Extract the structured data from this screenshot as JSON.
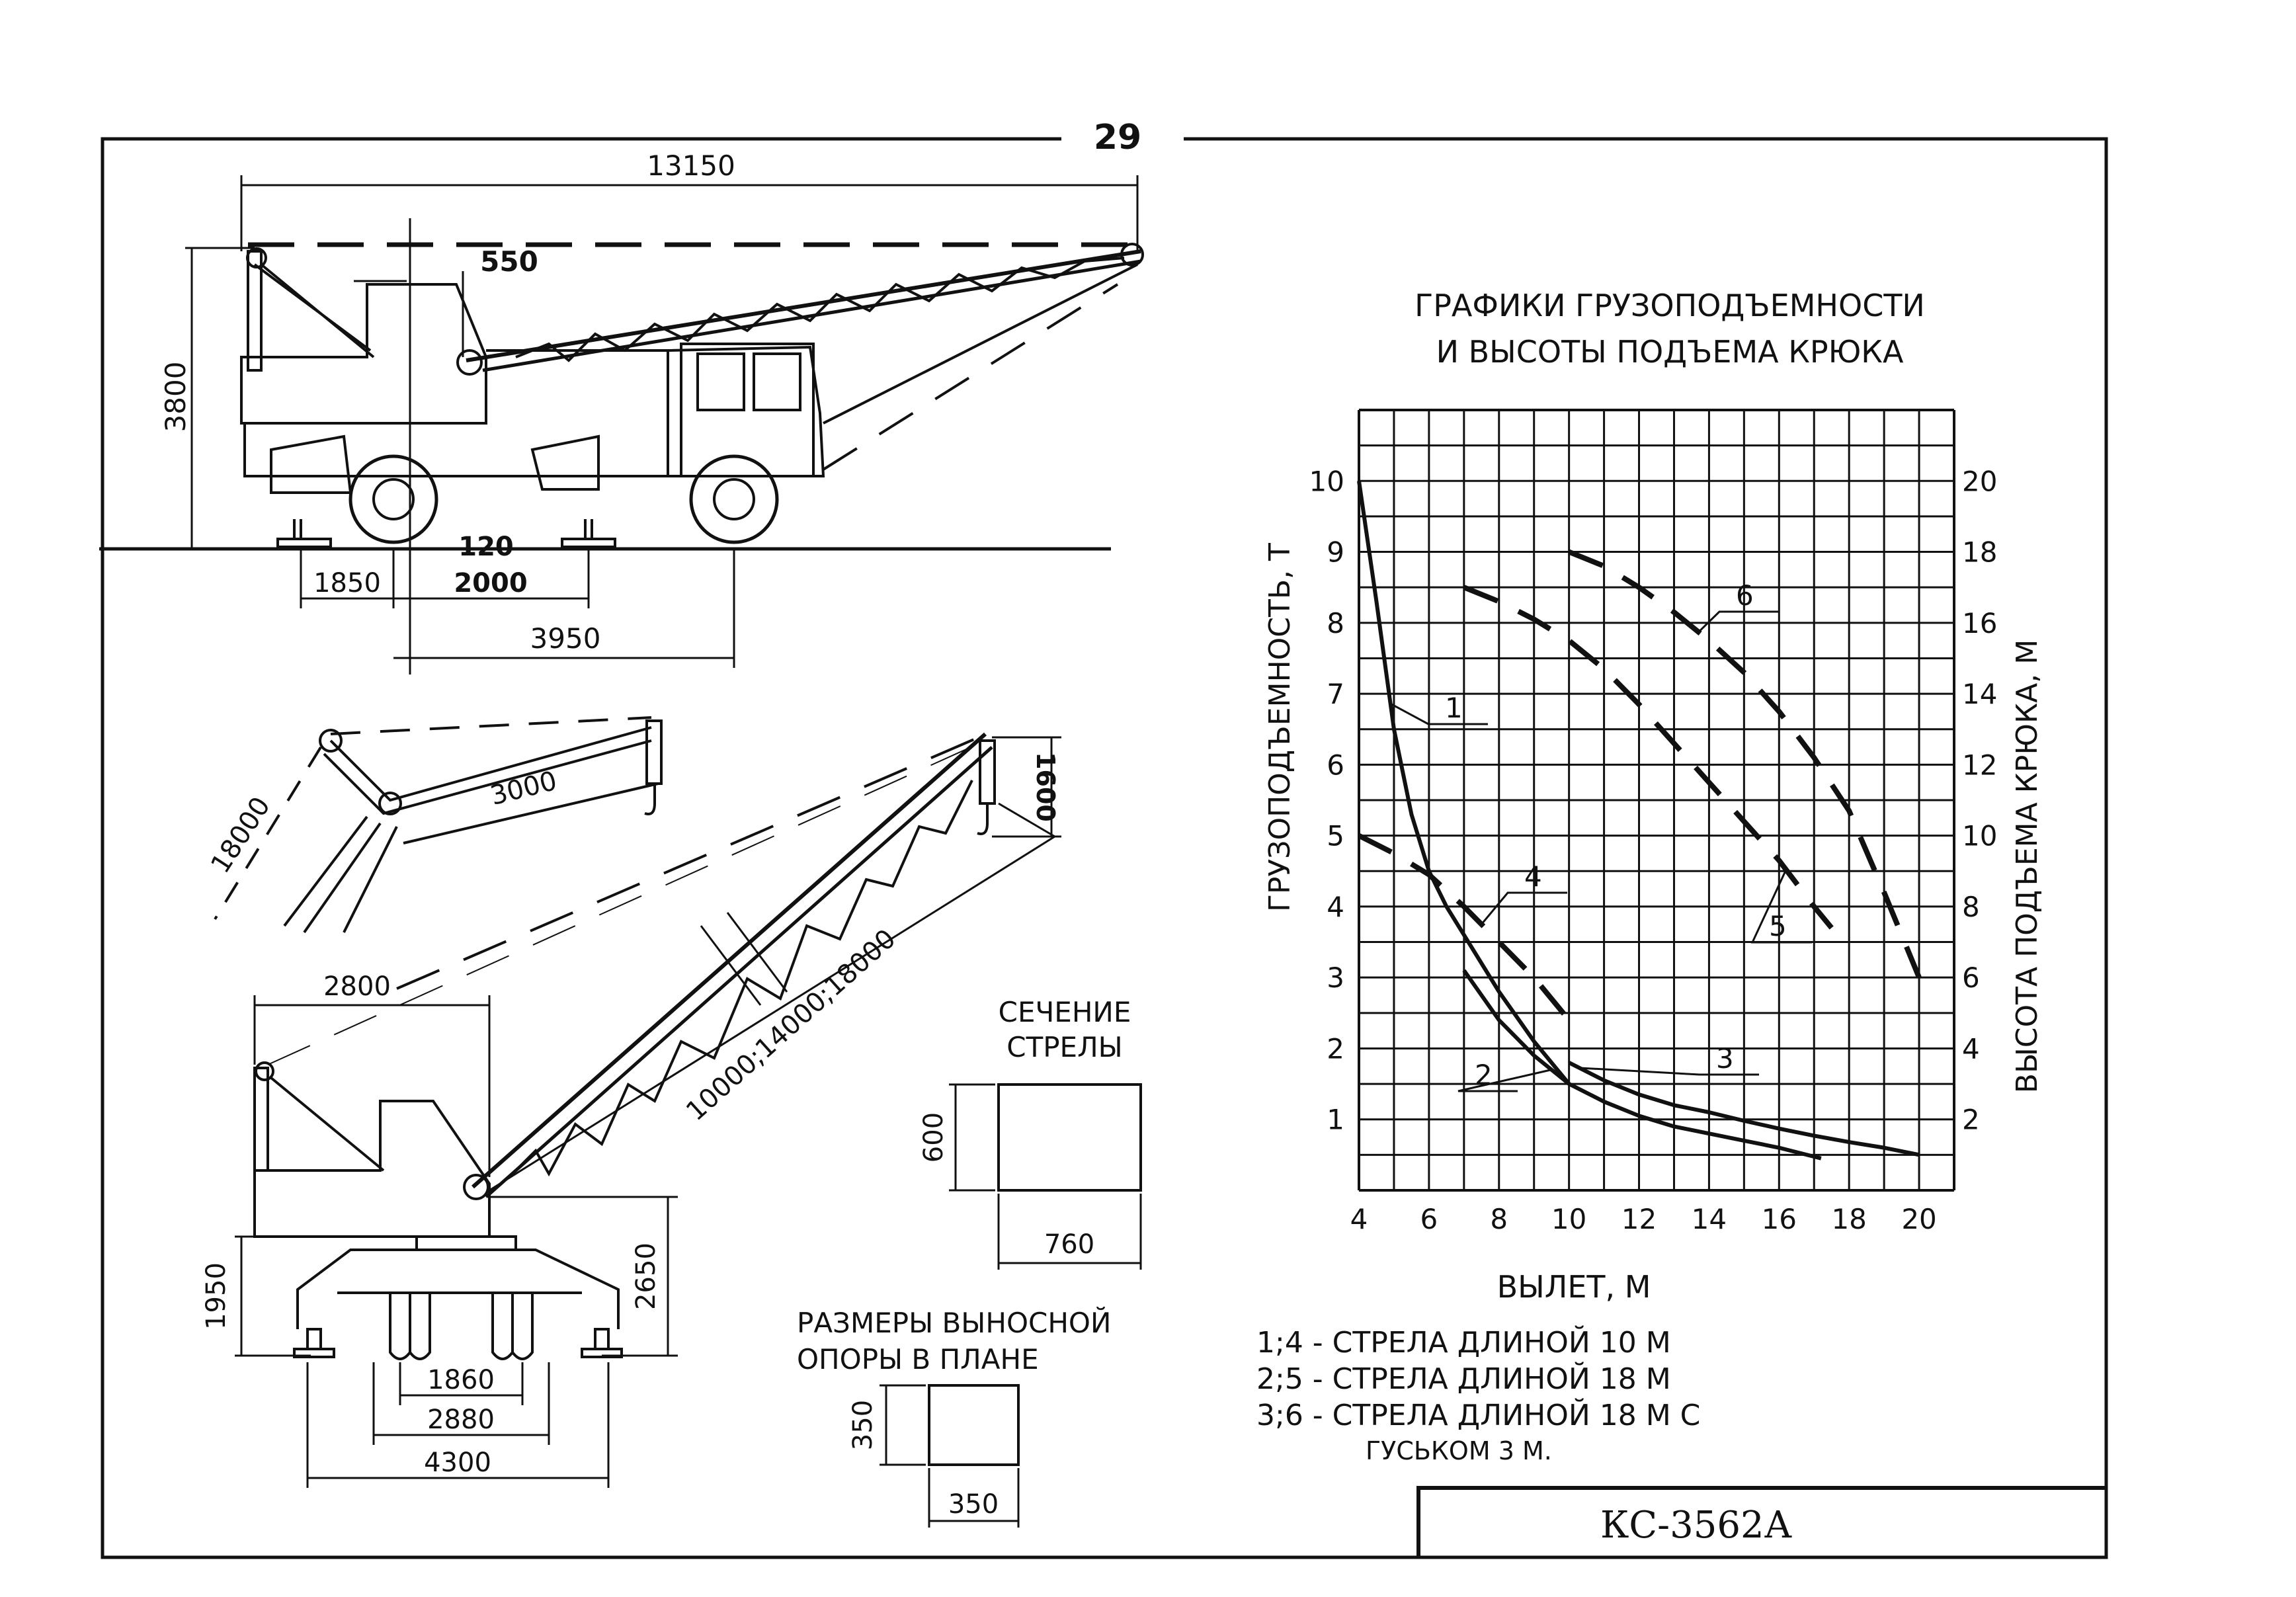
{
  "sheet": {
    "page_number": "29",
    "stamp_title": "КС-3562А"
  },
  "dimensions": {
    "truck": {
      "overall_length": "13150",
      "height": "3800",
      "offset": "550",
      "front_outrigger": "1850",
      "gap": "120",
      "outrigger_base": "2000",
      "wheelbase": "3950"
    },
    "boom": {
      "jib_reach": "18000",
      "jib_length": "3000",
      "hook_drop": "1600",
      "boom_lengths": "10000;14000;18000",
      "tail_radius": "2800",
      "pivot_height": "1950",
      "platform_height": "2650",
      "track_1": "1860",
      "track_2": "2880",
      "track_3": "4300"
    }
  },
  "boom_section": {
    "title_line1": "СЕЧЕНИЕ",
    "title_line2": "СТРЕЛЫ",
    "height": "600",
    "width": "760"
  },
  "outrigger_pad": {
    "title_line1": "РАЗМЕРЫ ВЫНОСНОЙ",
    "title_line2": "ОПОРЫ В ПЛАНЕ",
    "height": "350",
    "width": "350"
  },
  "legend": {
    "line1": "1;4 - СТРЕЛА ДЛИНОЙ 10 М",
    "line2": "2;5 - СТРЕЛА ДЛИНОЙ 18 М",
    "line3": "3;6 - СТРЕЛА ДЛИНОЙ 18 М С",
    "line4": "ГУСЬКОМ 3 М."
  },
  "chart_data": {
    "type": "line",
    "title_line1": "ГРАФИКИ ГРУЗОПОДЪЕМНОСТИ",
    "title_line2": "И ВЫСОТЫ ПОДЪЕМА КРЮКА",
    "xlabel": "ВЫЛЕТ, М",
    "ylabel": "ГРУЗОПОДЪЕМНОСТЬ, Т",
    "y2label": "ВЫСОТА ПОДЪЕМА КРЮКА, М",
    "xlim": [
      4,
      21
    ],
    "ylim": [
      0,
      11
    ],
    "y2lim": [
      0,
      22
    ],
    "x_ticks": [
      "4",
      "6",
      "8",
      "10",
      "12",
      "14",
      "16",
      "18",
      "20"
    ],
    "y_ticks": [
      "1",
      "2",
      "3",
      "4",
      "5",
      "6",
      "7",
      "8",
      "9",
      "10"
    ],
    "y2_ticks": [
      "2",
      "4",
      "6",
      "8",
      "10",
      "12",
      "14",
      "16",
      "18",
      "20"
    ],
    "grid": true,
    "series": [
      {
        "name": "1",
        "axis": "left",
        "style": "solid",
        "x": [
          4,
          4.5,
          5,
          5.5,
          6,
          6.5,
          7,
          8,
          9,
          10
        ],
        "y": [
          10,
          8.3,
          6.5,
          5.3,
          4.5,
          4.0,
          3.6,
          2.8,
          2.1,
          1.5
        ]
      },
      {
        "name": "2",
        "axis": "left",
        "style": "solid",
        "x": [
          7,
          8,
          9,
          10,
          11,
          12,
          13,
          14,
          15,
          16,
          17.2
        ],
        "y": [
          3.1,
          2.4,
          1.9,
          1.5,
          1.25,
          1.05,
          0.9,
          0.8,
          0.7,
          0.6,
          0.45
        ]
      },
      {
        "name": "3",
        "axis": "left",
        "style": "solid",
        "x": [
          10,
          11,
          12,
          13,
          14,
          15,
          16,
          17,
          18,
          19,
          20
        ],
        "y": [
          1.8,
          1.55,
          1.35,
          1.2,
          1.1,
          0.98,
          0.87,
          0.77,
          0.68,
          0.6,
          0.5
        ]
      },
      {
        "name": "4",
        "axis": "right",
        "style": "dashed",
        "x": [
          4,
          5,
          6,
          7,
          8,
          9,
          10
        ],
        "y": [
          10,
          9.5,
          8.9,
          8.0,
          7.0,
          6.0,
          4.8
        ]
      },
      {
        "name": "5",
        "axis": "right",
        "style": "dashed",
        "x": [
          7,
          8,
          9,
          10,
          11,
          12,
          13,
          14,
          15,
          16,
          17,
          17.5
        ],
        "y": [
          17,
          16.6,
          16.1,
          15.5,
          14.7,
          13.7,
          12.6,
          11.5,
          10.4,
          9.3,
          8.0,
          7.4
        ]
      },
      {
        "name": "6",
        "axis": "right",
        "style": "dashed",
        "x": [
          10,
          11,
          12,
          13,
          14,
          15,
          16,
          17,
          18,
          19,
          20
        ],
        "y": [
          18,
          17.6,
          17,
          16.3,
          15.5,
          14.6,
          13.5,
          12.2,
          10.7,
          8.4,
          6
        ]
      }
    ]
  }
}
